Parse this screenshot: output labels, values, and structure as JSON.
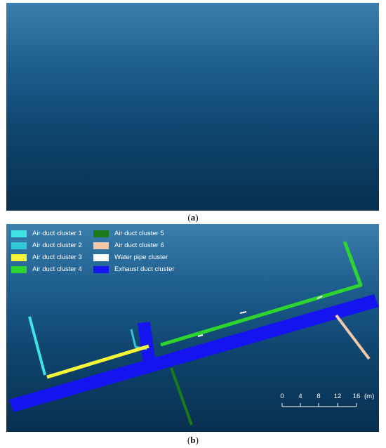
{
  "captions": {
    "a": "a",
    "b": "b"
  },
  "scale_bar": {
    "ticks": [
      "0",
      "4",
      "8",
      "12",
      "16"
    ],
    "unit": "(m)"
  },
  "legend": [
    {
      "label": "Air duct cluster 1",
      "color": "#3fe3e3"
    },
    {
      "label": "Air duct cluster 2",
      "color": "#33c7d6"
    },
    {
      "label": "Air duct cluster 3",
      "color": "#f5f53a"
    },
    {
      "label": "Air duct cluster 4",
      "color": "#2fd52f"
    },
    {
      "label": "Air duct cluster 5",
      "color": "#1a7a1a"
    },
    {
      "label": "Air duct cluster 6",
      "color": "#f2c8a8"
    },
    {
      "label": "Water pipe cluster",
      "color": "#ffffff"
    },
    {
      "label": "Exhaust duct cluster",
      "color": "#1414f0"
    }
  ]
}
